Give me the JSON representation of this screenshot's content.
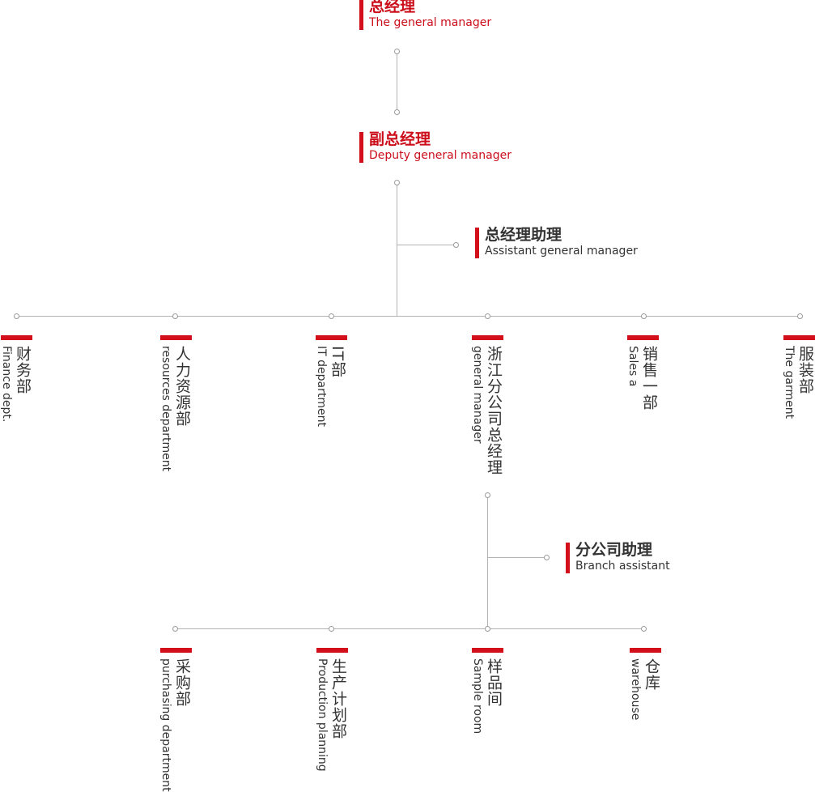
{
  "chart": {
    "general_manager": {
      "zh": "总经理",
      "en": "The general manager"
    },
    "deputy": {
      "zh": "副总经理",
      "en": "Deputy general manager"
    },
    "assistant": {
      "zh": "总经理助理",
      "en": "Assistant general manager"
    },
    "departments": [
      {
        "zh": "财务部",
        "en": "Finance dept."
      },
      {
        "zh": "人力资源部",
        "en": "resources department"
      },
      {
        "zh": "IT部",
        "en": "IT department"
      },
      {
        "zh": "浙江分公司总经理",
        "en": "general manager"
      },
      {
        "zh": "销售一部",
        "en": "Sales a"
      },
      {
        "zh": "服装部",
        "en": "The garment"
      }
    ],
    "branch_assistant": {
      "zh": "分公司助理",
      "en": "Branch assistant"
    },
    "branch_departments": [
      {
        "zh": "采购部",
        "en": "purchasing department"
      },
      {
        "zh": "生产计划部",
        "en": "Production planning"
      },
      {
        "zh": "样品间",
        "en": "Sample room"
      },
      {
        "zh": "仓库",
        "en": "warehouse"
      }
    ]
  },
  "colors": {
    "accent": "#d30f1b",
    "line": "#b3b3b3",
    "text": "#333333"
  }
}
